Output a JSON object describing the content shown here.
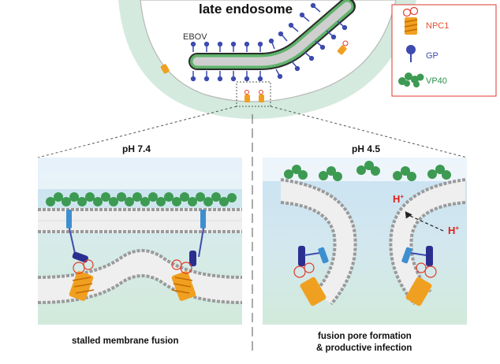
{
  "top": {
    "title": "late endosome",
    "virus_label": "EBOV"
  },
  "legend": {
    "items": [
      {
        "label": "NPC1",
        "color": "#e8502f",
        "icon": "npc1-icon"
      },
      {
        "label": "GP",
        "color": "#3d4bb0",
        "icon": "gp-icon"
      },
      {
        "label": "VP40",
        "color": "#2f8f4a",
        "icon": "vp40-icon"
      }
    ]
  },
  "left_panel": {
    "ph_label": "pH 7.4",
    "caption": "stalled membrane fusion"
  },
  "right_panel": {
    "ph_label": "pH 4.5",
    "proton_label_top": "H",
    "proton_label_right": "H",
    "proton_superscript": "+",
    "caption_line1": "fusion pore formation",
    "caption_line2": "& productive infection"
  },
  "colors": {
    "endosome_lumen": "#d6ebe3",
    "acidic_lumen": "#cfe4f3",
    "membrane_head": "#e6e6e6",
    "vp40": "#3d9a52",
    "gp": "#3d4bb0",
    "npc1_helix": "#f0a020",
    "npc1_loop": "#e23a2a",
    "proton": "#e0201a"
  }
}
